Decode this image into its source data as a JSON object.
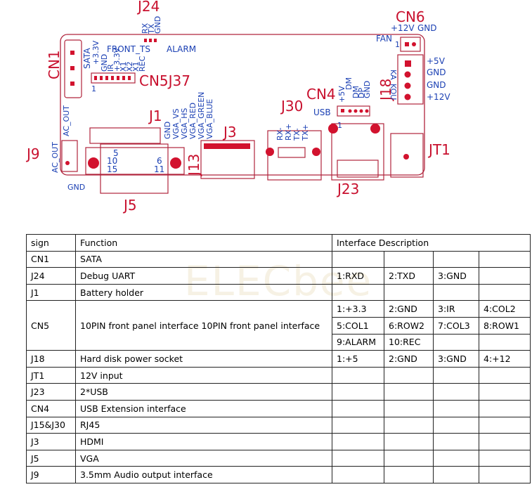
{
  "board": {
    "connectors": {
      "j24": "J24",
      "cn6": "CN6",
      "cn1": "CN1",
      "cn5j37": "CN5J37",
      "cn4": "CN4",
      "j18": "J18",
      "j1": "J1",
      "j30": "J30",
      "j3": "J3",
      "j13": "J13",
      "j9": "J9",
      "jt1": "JT1",
      "j23": "J23",
      "j5": "J5"
    },
    "signals": {
      "rx": "RX",
      "tx": "TX",
      "gnd": "GND",
      "plus12v": "+12V",
      "plus5v": "+5V",
      "fan": "FAN",
      "sata": "SATA",
      "plus3_3v": "+3.3V",
      "front_ts": "FRONT_TS",
      "alarm": "ALARM",
      "cn5_pins": [
        "GND",
        "IR",
        "+3.3V",
        "X1",
        "X2",
        "X1",
        "REC"
      ],
      "ka": "KA",
      "kou": "KOU",
      "usb_pins": [
        "+5V",
        "DM",
        "DM",
        "DP",
        "GND"
      ],
      "usb": "USB",
      "vga_pins": [
        "GND",
        "VGA_VS",
        "VGA_HS",
        "VGA_RED",
        "VGA_GREEN",
        "VGA_BLUE"
      ],
      "rj45_pins": [
        "RX-",
        "RX+",
        "TX-",
        "TX+"
      ],
      "ac_out": "AC_OUT",
      "ac_out2": "AC_OUT",
      "vga_5": "5",
      "vga_6": "6",
      "vga_10": "10",
      "vga_11": "11",
      "vga_15": "15",
      "pin_1": "1",
      "pin_1b": "1",
      "pin_1c": "1"
    }
  },
  "table": {
    "header": [
      "sign",
      "Function",
      "Interface Description"
    ],
    "rows": [
      {
        "sign": "CN1",
        "func": "SATA"
      },
      {
        "sign": "J24",
        "func": "Debug UART",
        "pins": [
          "1:RXD",
          "2:TXD",
          "3:GND"
        ]
      },
      {
        "sign": "J1",
        "func": "Battery holder"
      },
      {
        "sign": "CN5",
        "func": "10PIN front panel interface 10PIN front panel interface",
        "pin_rows": [
          [
            "1:+3.3",
            "2:GND",
            "3:IR",
            "4:COL2"
          ],
          [
            "5:COL1",
            "6:ROW2",
            "7:COL3",
            "8:ROW1"
          ],
          [
            "9:ALARM",
            "10:REC"
          ]
        ]
      },
      {
        "sign": "J18",
        "func": "Hard disk power socket",
        "pins": [
          "1:+5",
          "2:GND",
          "3:GND",
          "4:+12"
        ]
      },
      {
        "sign": "JT1",
        "func": "12V input"
      },
      {
        "sign": "J23",
        "func": "2*USB"
      },
      {
        "sign": "CN4",
        "func": "USB Extension interface"
      },
      {
        "sign": "J15&J30",
        "func": "RJ45"
      },
      {
        "sign": "J3",
        "func": "HDMI"
      },
      {
        "sign": "J5",
        "func": "VGA"
      },
      {
        "sign": "J9",
        "func": "3.5mm Audio output interface"
      }
    ]
  },
  "watermark": "ELECbee",
  "colors": {
    "label_red": "#c8102e",
    "label_blue": "#1a3fb3",
    "outline": "#b0243c"
  }
}
